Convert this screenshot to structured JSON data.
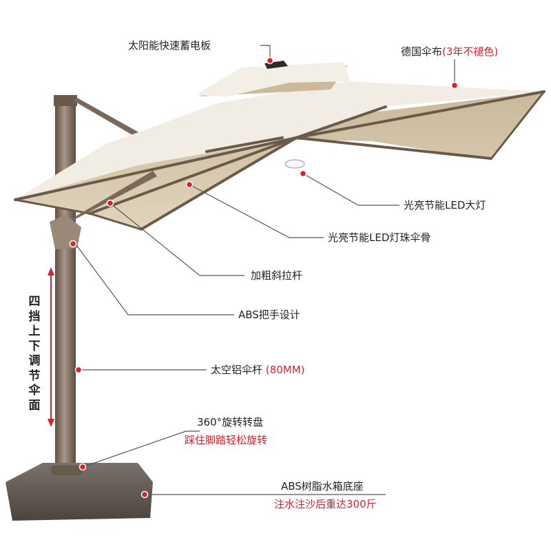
{
  "labels": {
    "solar_panel": "太阳能快速蓄电板",
    "canopy_fabric": "德国伞布",
    "canopy_fabric_note": "(3年不褪色)",
    "led_main_light": "光亮节能LED大灯",
    "led_rib_lights": "光亮节能LED灯珠伞骨",
    "thick_strut": "加粗斜拉杆",
    "abs_handle": "ABS把手设计",
    "aluminum_pole": "太空铝伞杆",
    "aluminum_pole_note": "(80MM)",
    "turntable": "360°旋转转盘",
    "turntable_note": "踩住脚踏轻松旋转",
    "base": "ABS树脂水箱底座",
    "base_note": "注水注沙后重达300斤",
    "height_adjust": "四挡上下调节伞面"
  },
  "colors": {
    "canopy_top": "#f2ede4",
    "canopy_under": "#d9ccb0",
    "frame": "#6b5a4a",
    "pole": "#8a7866",
    "base": "#5e564f",
    "callout_dot": "#d8202a",
    "leader_line": "#555555",
    "arrow": "#d8202a"
  }
}
